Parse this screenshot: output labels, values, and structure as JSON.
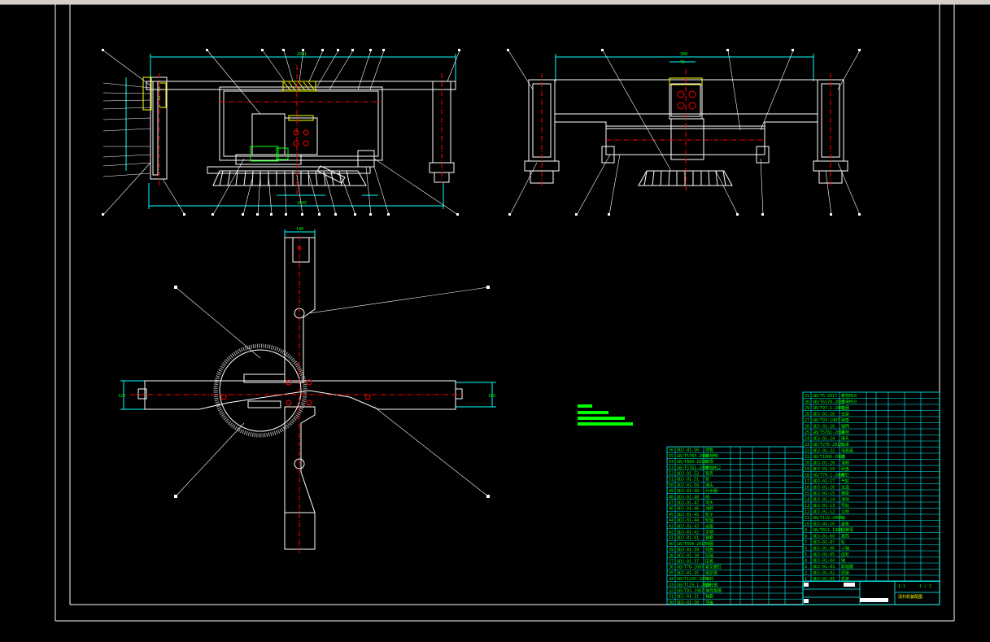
{
  "window": {
    "title_strip": ""
  },
  "colors": {
    "background": "#000000",
    "outline": "#ffffff",
    "dimension": "#00ffff",
    "centerline": "#ff0000",
    "text": "#00ff00",
    "hatch": "#ffff00",
    "title_block_highlight": "#ffff00"
  },
  "drawing": {
    "front_view": {
      "dim_top": "2041",
      "dim_bottom": "2045"
    },
    "side_view": {
      "dim_top": "300",
      "dim_inner": "76"
    },
    "plan_view": {
      "dim_top": "140",
      "dim_left": "120",
      "dim_right": "160"
    },
    "note_lines": [
      "",
      "",
      "",
      ""
    ]
  },
  "bom_right": [
    {
      "no": "31",
      "code": "GB/T5-2017",
      "name": "螺栓M10"
    },
    {
      "no": "30",
      "code": "GB/T6170-2015",
      "name": "螺母M10"
    },
    {
      "no": "29",
      "code": "GB/T97.1-2002",
      "name": "垫圈"
    },
    {
      "no": "28",
      "code": "QDJ-01-28",
      "name": "支架"
    },
    {
      "no": "27",
      "code": "GB/T93-1987",
      "name": "弹垫"
    },
    {
      "no": "26",
      "code": "QDJ-01-26",
      "name": "轴筒"
    },
    {
      "no": "25",
      "code": "GB/T5782-2016",
      "name": "螺栓"
    },
    {
      "no": "24",
      "code": "QDJ-01-24",
      "name": "接头"
    },
    {
      "no": "23",
      "code": "GB/T276-2013",
      "name": "轴承"
    },
    {
      "no": "22",
      "code": "QDJ-01-22",
      "name": "电机座"
    },
    {
      "no": "21",
      "code": "GB/T1096-2003",
      "name": "键"
    },
    {
      "no": "20",
      "code": "QDJ-01-20",
      "name": "滚刷"
    },
    {
      "no": "19",
      "code": "QDJ-01-19",
      "name": "刷盘"
    },
    {
      "no": "18",
      "code": "GB/T70.1-2008",
      "name": "螺钉"
    },
    {
      "no": "17",
      "code": "QDJ-01-17",
      "name": "气缸"
    },
    {
      "no": "16",
      "code": "QDJ-01-16",
      "name": "支连"
    },
    {
      "no": "15",
      "code": "QDJ-01-15",
      "name": "横梁"
    },
    {
      "no": "14",
      "code": "QDJ-01-14",
      "name": "滑块"
    },
    {
      "no": "13",
      "code": "QDJ-01-13",
      "name": "导轨"
    },
    {
      "no": "12",
      "code": "QDJ-01-12",
      "name": "立柱"
    },
    {
      "no": "11",
      "code": "GB/T119-2000",
      "name": "销"
    },
    {
      "no": "10",
      "code": "QDJ-01-10",
      "name": "盖板"
    },
    {
      "no": "9",
      "code": "GB/T812-1988",
      "name": "圆螺母"
    },
    {
      "no": "8",
      "code": "QDJ-01-08",
      "name": "套筒"
    },
    {
      "no": "7",
      "code": "QDJ-01-07",
      "name": "轮"
    },
    {
      "no": "6",
      "code": "QDJ-01-06",
      "name": "小轴"
    },
    {
      "no": "5",
      "code": "QDJ-01-05",
      "name": "齿轮"
    },
    {
      "no": "4",
      "code": "QDJ-01-04",
      "name": "轴"
    },
    {
      "no": "3",
      "code": "QDJ-01-03",
      "name": "联轴器"
    },
    {
      "no": "2",
      "code": "QDJ-01-02",
      "name": "底座"
    },
    {
      "no": "1",
      "code": "QDJ-01-01",
      "name": "机架"
    }
  ],
  "bom_left": [
    {
      "no": "56",
      "code": "QDJ-01-56",
      "name": "底板"
    },
    {
      "no": "55",
      "code": "GB/T5783-2000",
      "name": "螺栓M8"
    },
    {
      "no": "54",
      "code": "GB/T889-2015",
      "name": "螺母"
    },
    {
      "no": "53",
      "code": "GB/T5781-2000",
      "name": "螺栓M12"
    },
    {
      "no": "52",
      "code": "QDJ-01-52",
      "name": "管夹"
    },
    {
      "no": "51",
      "code": "QDJ-01-51",
      "name": "管"
    },
    {
      "no": "50",
      "code": "QDJ-01-50",
      "name": "接头"
    },
    {
      "no": "49",
      "code": "QDJ-01-49",
      "name": "分水器"
    },
    {
      "no": "48",
      "code": "QDJ-01-48",
      "name": "阀"
    },
    {
      "no": "47",
      "code": "QDJ-01-47",
      "name": "弯头"
    },
    {
      "no": "46",
      "code": "QDJ-01-46",
      "name": "油杯"
    },
    {
      "no": "45",
      "code": "QDJ-01-45",
      "name": "轮子"
    },
    {
      "no": "44",
      "code": "QDJ-01-44",
      "name": "轮轴"
    },
    {
      "no": "43",
      "code": "QDJ-01-43",
      "name": "支座"
    },
    {
      "no": "42",
      "code": "QDJ-01-42",
      "name": "手柄"
    },
    {
      "no": "41",
      "code": "QDJ-01-41",
      "name": "轴套"
    },
    {
      "no": "40",
      "code": "GB/T894-2017",
      "name": "挡圈"
    },
    {
      "no": "39",
      "code": "QDJ-01-39",
      "name": "线板"
    },
    {
      "no": "38",
      "code": "QDJ-01-38",
      "name": "铰链"
    },
    {
      "no": "37",
      "code": "QDJ-01-37",
      "name": "压板"
    },
    {
      "no": "36",
      "code": "GB/T78-2007",
      "name": "紧定螺钉"
    },
    {
      "no": "35",
      "code": "QDJ-01-35",
      "name": "保护罩"
    },
    {
      "no": "34",
      "code": "GB/T1235-1976",
      "name": "油封"
    },
    {
      "no": "33",
      "code": "GB/T119.1-2000",
      "name": "圆柱销"
    },
    {
      "no": "32",
      "code": "GB/T93-1987",
      "name": "弹性垫圈"
    },
    {
      "no": "31",
      "code": "QDJ-01-31",
      "name": "轴套"
    },
    {
      "no": "30",
      "code": "QDJ-01-30",
      "name": "顶盖"
    }
  ],
  "title_block": {
    "drawing_name": "清扫机装配图",
    "company": "",
    "scale": "1:1",
    "sheet": "1 / 1"
  }
}
